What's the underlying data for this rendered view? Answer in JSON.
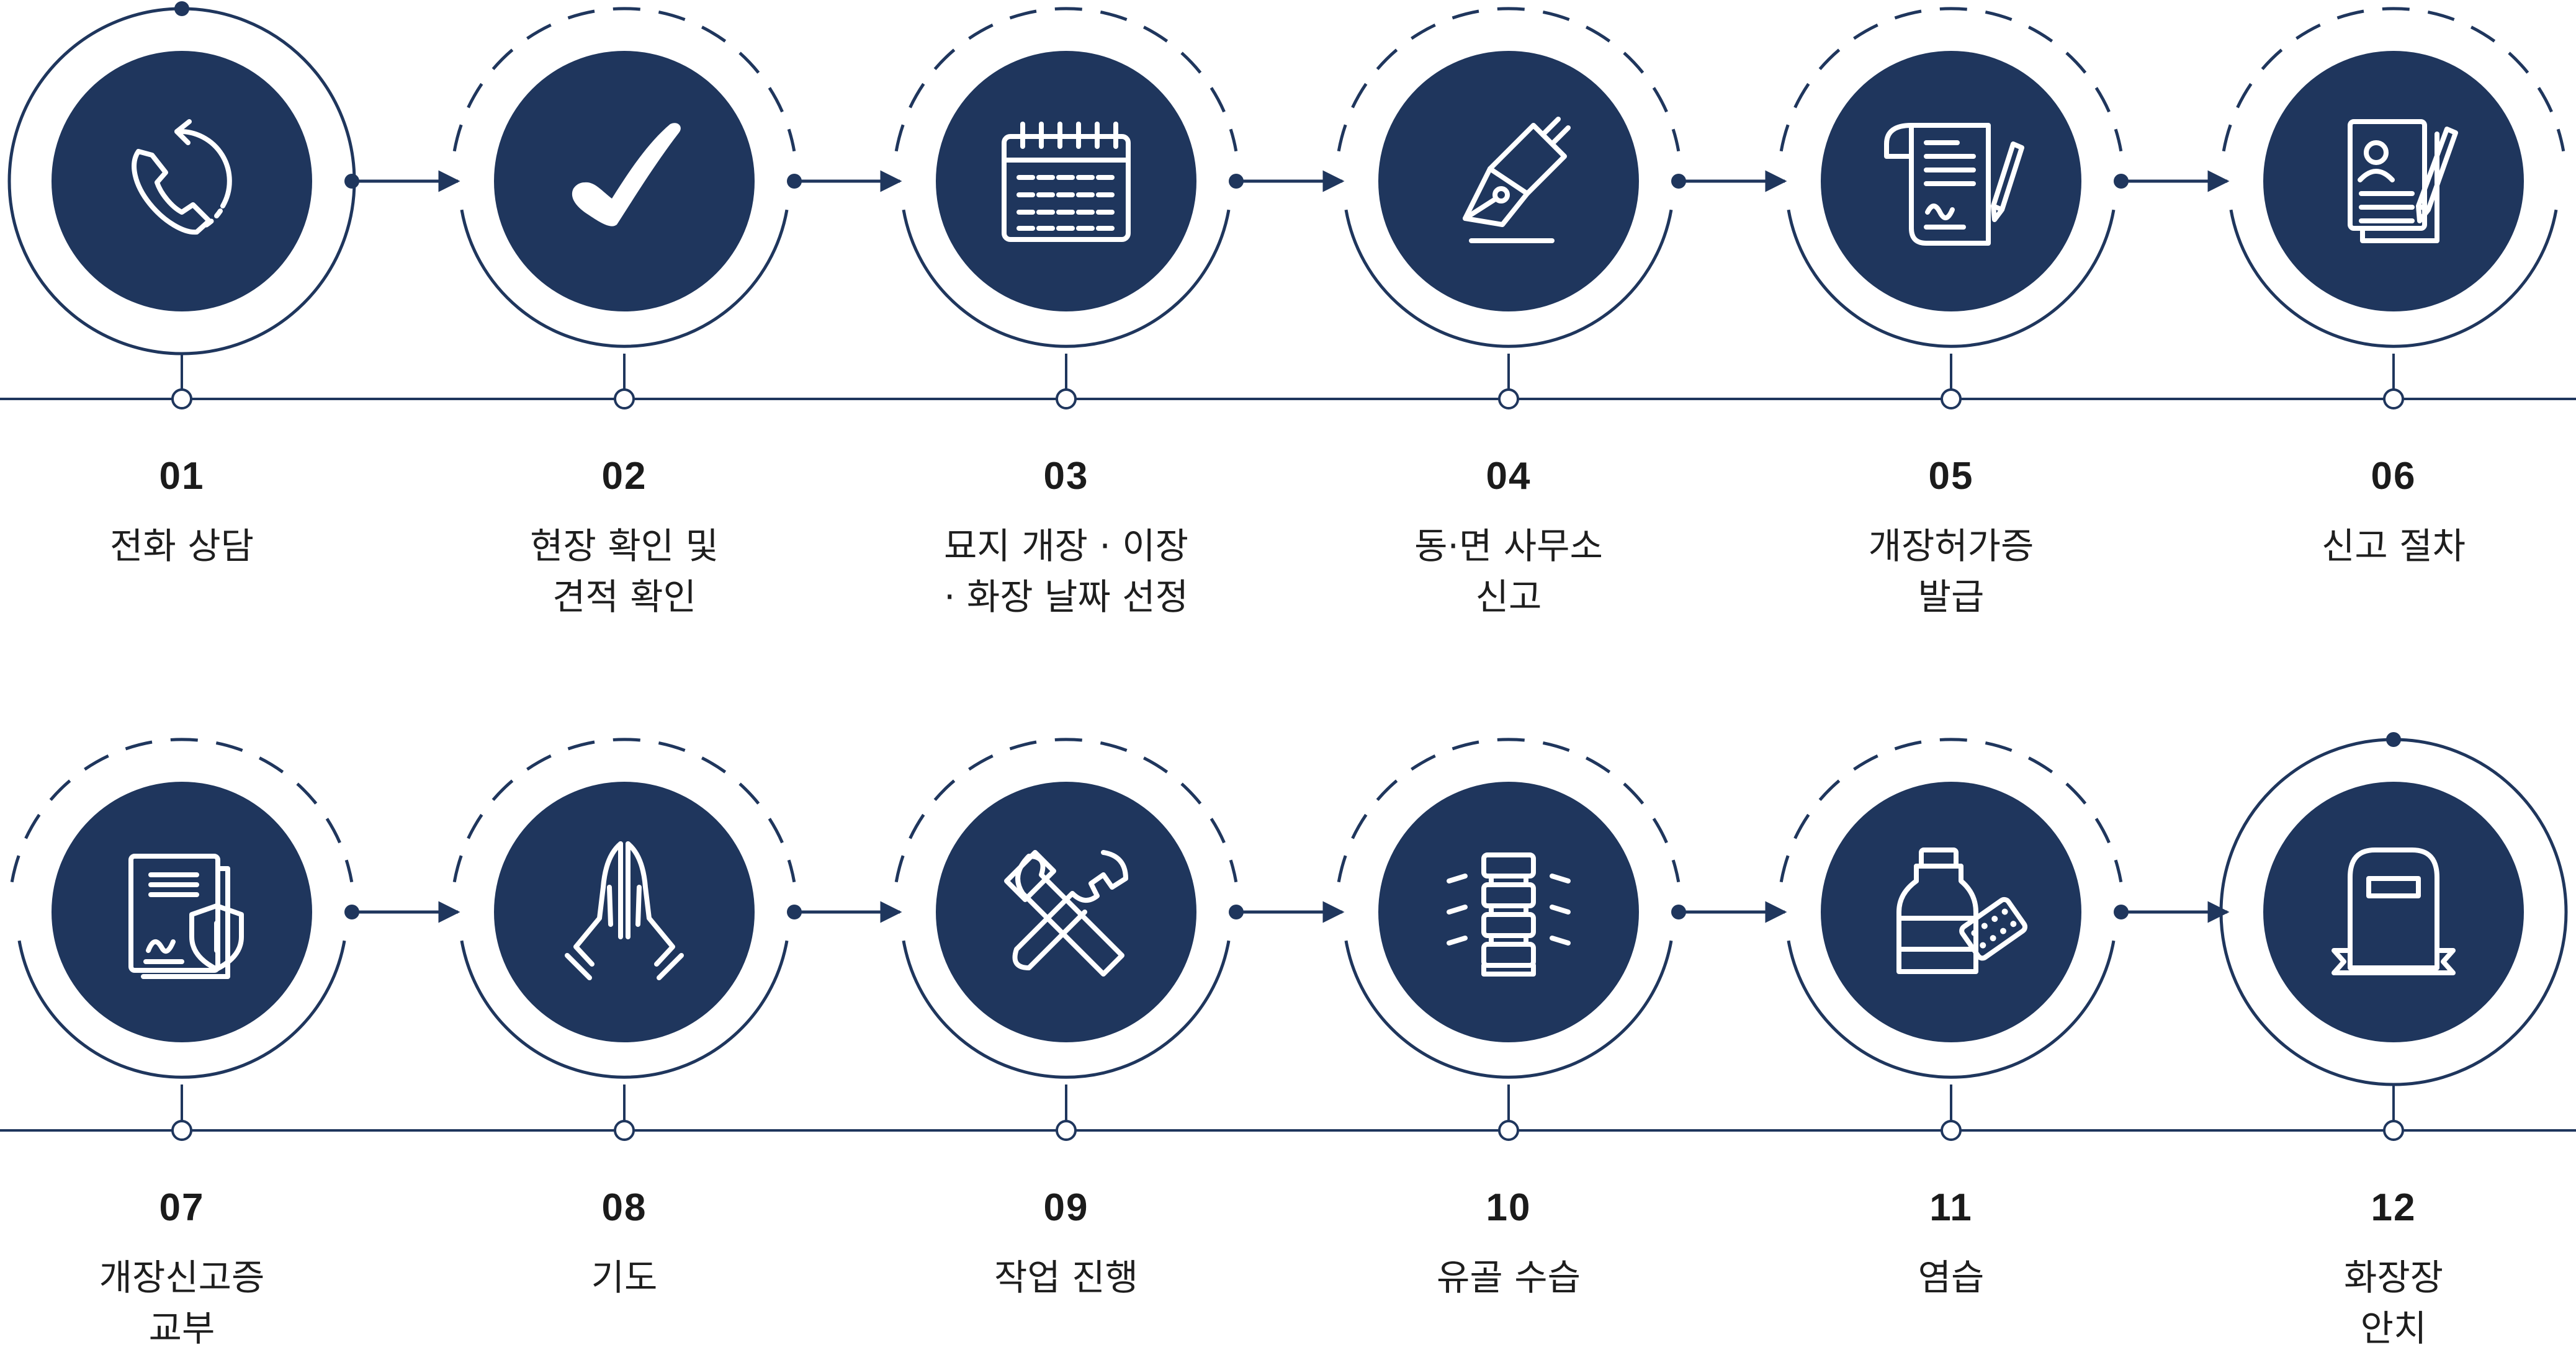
{
  "colors": {
    "navy": "#1f365d",
    "line": "#1f365d",
    "white": "#ffffff"
  },
  "steps": [
    {
      "number": "01",
      "lines": [
        "전화 상담"
      ],
      "icon": "phone-refresh-icon",
      "ring": "solid"
    },
    {
      "number": "02",
      "lines": [
        "현장 확인 및",
        "견적 확인"
      ],
      "icon": "checkmark-icon",
      "ring": "dashed"
    },
    {
      "number": "03",
      "lines": [
        "묘지 개장 · 이장",
        "· 화장 날짜 선정"
      ],
      "icon": "calendar-icon",
      "ring": "dashed"
    },
    {
      "number": "04",
      "lines": [
        "동·면 사무소",
        "신고"
      ],
      "icon": "fountain-pen-icon",
      "ring": "dashed"
    },
    {
      "number": "05",
      "lines": [
        "개장허가증",
        "발급"
      ],
      "icon": "document-pen-icon",
      "ring": "dashed"
    },
    {
      "number": "06",
      "lines": [
        "신고 절차"
      ],
      "icon": "resume-pen-icon",
      "ring": "dashed"
    },
    {
      "number": "07",
      "lines": [
        "개장신고증",
        "교부"
      ],
      "icon": "document-shield-icon",
      "ring": "dashed"
    },
    {
      "number": "08",
      "lines": [
        "기도"
      ],
      "icon": "praying-hands-icon",
      "ring": "dashed"
    },
    {
      "number": "09",
      "lines": [
        "작업 진행"
      ],
      "icon": "hammer-wrench-icon",
      "ring": "dashed"
    },
    {
      "number": "10",
      "lines": [
        "유골 수습"
      ],
      "icon": "spine-bones-icon",
      "ring": "dashed"
    },
    {
      "number": "11",
      "lines": [
        "염습"
      ],
      "icon": "bottle-pills-icon",
      "ring": "dashed"
    },
    {
      "number": "12",
      "lines": [
        "화장장",
        "안치"
      ],
      "icon": "tombstone-icon",
      "ring": "solid"
    }
  ]
}
